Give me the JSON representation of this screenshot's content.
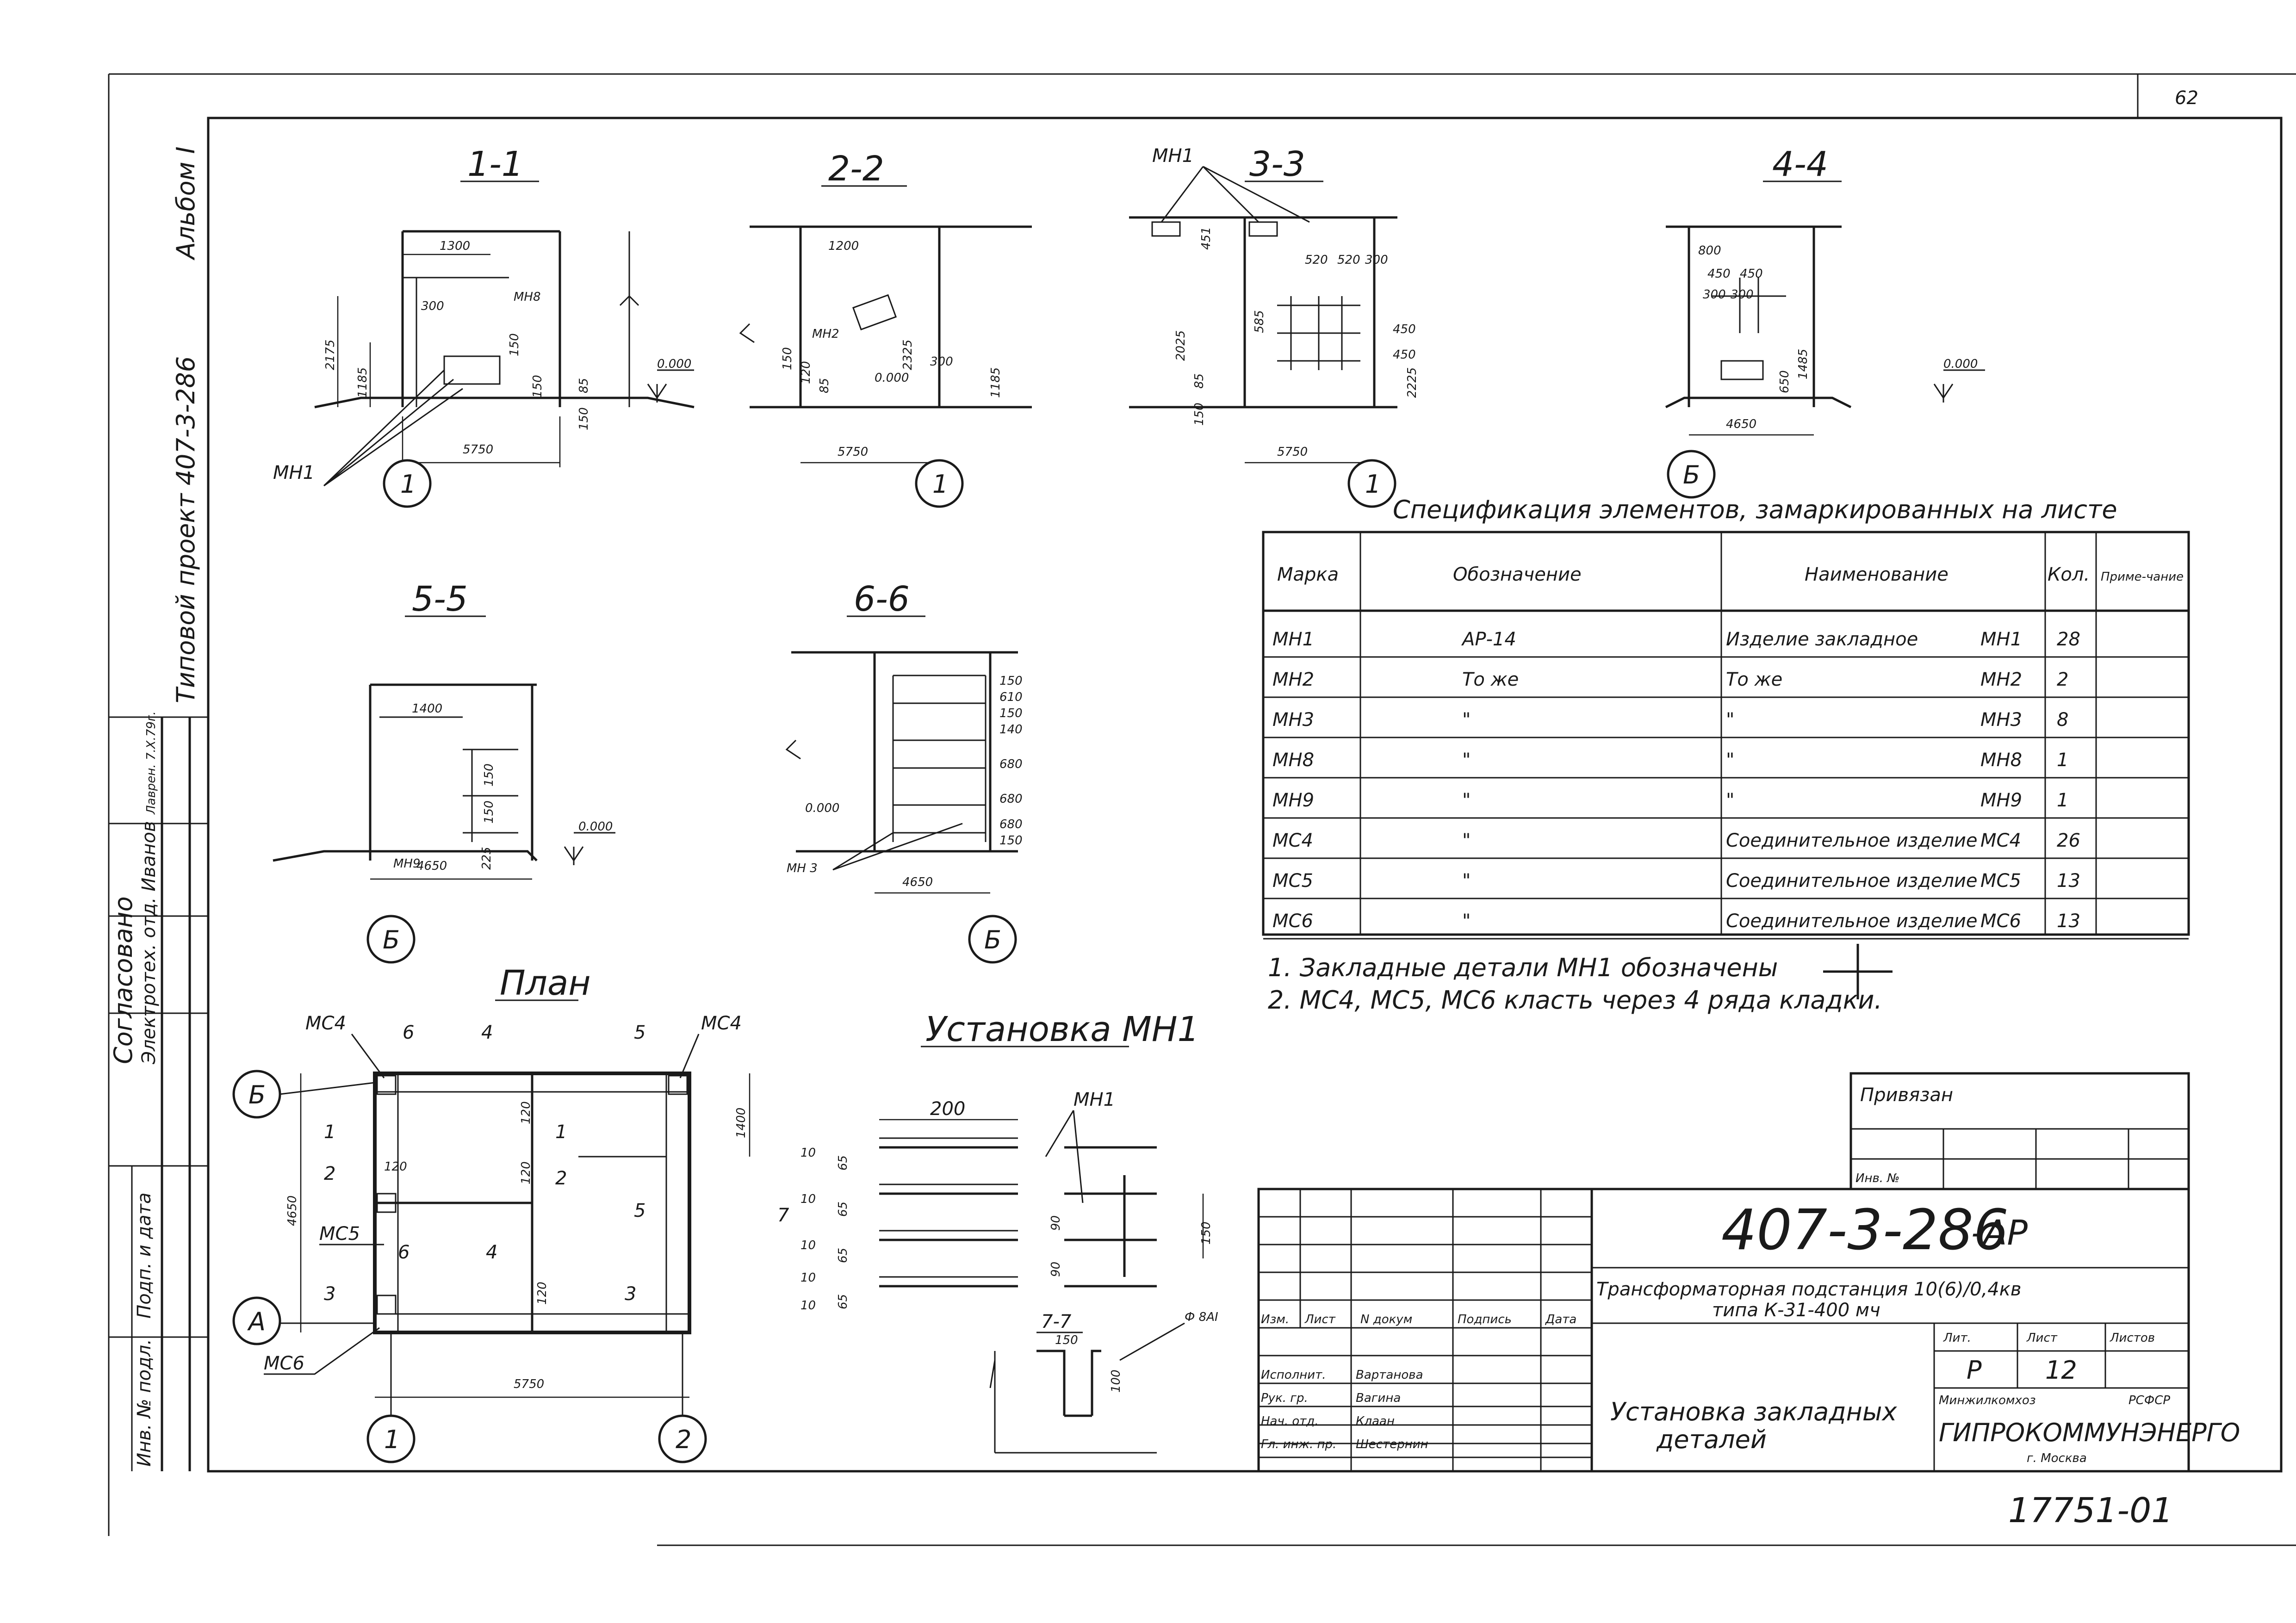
{
  "sheet_corner_number": "62",
  "left_stamp": {
    "album": "Альбом I",
    "project": "Типовой проект 407-3-286",
    "agreed": "Согласовано",
    "dept": "Электротех. отд. Иванов",
    "signature_date": "Лаврен. 7.Х.79г.",
    "sign_date_label": "Подп. и дата",
    "inv_label": "Инв. № подл."
  },
  "sections": {
    "s1": {
      "title": "1-1",
      "width": "5750",
      "axis": "1",
      "d1300": "1300",
      "d300": "300",
      "d2175": "2175",
      "d1185": "1185",
      "d150a": "150",
      "d150b": "150",
      "d85": "85",
      "d150c": "150",
      "mark_mn8": "МН8",
      "elev": "0.000",
      "mn1": "МН1"
    },
    "s2": {
      "title": "2-2",
      "width": "5750",
      "axis": "1",
      "d1200": "1200",
      "d2325": "2325",
      "d300": "300",
      "d1185": "1185",
      "d150": "150",
      "d120": "120",
      "d85": "85",
      "mark_mn2": "МН2",
      "elev": "0.000"
    },
    "s3": {
      "title": "3-3",
      "width": "5750",
      "axis": "1",
      "mn1": "МН1",
      "d451": "451",
      "d520": "520",
      "d510": "520",
      "d300": "300",
      "d585": "585",
      "d450a": "450",
      "d450b": "450",
      "d2025": "2025",
      "d85": "85",
      "d150": "150",
      "d2225": "2225"
    },
    "s4": {
      "title": "4-4",
      "width": "4650",
      "axis": "Б",
      "d800": "800",
      "d450a": "450",
      "d450b": "450",
      "d300": "300",
      "d300b": "300",
      "d1485": "1485",
      "d650": "650",
      "elev": "0.000"
    },
    "s5": {
      "title": "5-5",
      "width": "4650",
      "axis": "Б",
      "d1400": "1400",
      "d150a": "150",
      "d150b": "150",
      "d225": "225",
      "mark_mn9": "МН9",
      "elev": "0.000"
    },
    "s6": {
      "title": "6-6",
      "width": "4650",
      "axis": "Б",
      "mark_mn3": "МН 3",
      "elev": "0.000",
      "dims": [
        "150",
        "610",
        "150",
        "140",
        "680",
        "680",
        "680",
        "150"
      ]
    }
  },
  "plan": {
    "title": "План",
    "mc4_left": "МС4",
    "mc4_right": "МС4",
    "mc5": "МС5",
    "mc6": "МС6",
    "d4650": "4650",
    "d1400": "1400",
    "d5750": "5750",
    "axis_b": "Б",
    "axis_a": "А",
    "axis_1": "1",
    "axis_2": "2",
    "cuts": [
      "6",
      "4",
      "5",
      "1",
      "2",
      "6",
      "4",
      "3",
      "1",
      "2",
      "5",
      "3"
    ],
    "d_small": [
      "120",
      "120",
      "120",
      "120"
    ]
  },
  "install": {
    "title": "Установка МН1",
    "d200": "200",
    "mn1": "МН1",
    "left_dims": [
      "10",
      "10",
      "10",
      "10",
      "10"
    ],
    "left_dims_65": [
      "65",
      "65",
      "65",
      "65"
    ],
    "d90a": "90",
    "d90b": "90",
    "d150": "150",
    "section_7": "7",
    "cut_7_7": "7-7",
    "d150b": "150",
    "d100": "100",
    "rebar": "Ф 8АI"
  },
  "spec": {
    "title": "Спецификация элементов, замаркированных на листе",
    "headers": [
      "Марка",
      "Обозначение",
      "Наименование",
      "Кол.",
      "Приме-чание"
    ],
    "rows": [
      {
        "mark": "МН1",
        "designation": "АР-14",
        "name": "Изделие закладное",
        "name_mark": "МН1",
        "qty": "28",
        "note": ""
      },
      {
        "mark": "МН2",
        "designation": "То же",
        "name": "То же",
        "name_mark": "МН2",
        "qty": "2",
        "note": ""
      },
      {
        "mark": "МН3",
        "designation": "\"",
        "name": "\"",
        "name_mark": "МН3",
        "qty": "8",
        "note": ""
      },
      {
        "mark": "МН8",
        "designation": "\"",
        "name": "\"",
        "name_mark": "МН8",
        "qty": "1",
        "note": ""
      },
      {
        "mark": "МН9",
        "designation": "\"",
        "name": "\"",
        "name_mark": "МН9",
        "qty": "1",
        "note": ""
      },
      {
        "mark": "МС4",
        "designation": "\"",
        "name": "Соединительное изделие",
        "name_mark": "МС4",
        "qty": "26",
        "note": ""
      },
      {
        "mark": "МС5",
        "designation": "\"",
        "name": "Соединительное изделие",
        "name_mark": "МС5",
        "qty": "13",
        "note": ""
      },
      {
        "mark": "МС6",
        "designation": "\"",
        "name": "Соединительное изделие",
        "name_mark": "МС6",
        "qty": "13",
        "note": ""
      }
    ]
  },
  "notes": [
    "1. Закладные детали МН1 обозначены",
    "2. МС4, МС5, МС6 класть через 4 ряда кладки."
  ],
  "binding": {
    "title": "Привязан",
    "inv": "Инв. №"
  },
  "title_block": {
    "code": "407-3-286",
    "code_suffix": "-АР",
    "project_line1": "Трансформаторная подстанция 10(6)/0,4кв",
    "project_line2": "типа К-31-400 мч",
    "sheet_title_1": "Установка закладных",
    "sheet_title_2": "деталей",
    "col_labels": [
      "Изм.",
      "Лист",
      "N докум",
      "Подпись",
      "Дата"
    ],
    "people": [
      {
        "role": "Исполнит.",
        "name": "Вартанова"
      },
      {
        "role": "Рук. гр.",
        "name": "Вагина"
      },
      {
        "role": "Нач. отд.",
        "name": "Клаан"
      },
      {
        "role": "Гл. инж. пр.",
        "name": "Шестернин"
      }
    ],
    "stage_label": "Лит.",
    "sheet_label": "Лист",
    "sheets_label": "Листов",
    "stage": "Р",
    "sheet_no": "12",
    "ministry": "Минжилкомхоз",
    "republic": "РСФСР",
    "org": "ГИПРОКОММУНЭНЕРГО",
    "city": "г. Москва"
  },
  "archive_number": "17751-01"
}
